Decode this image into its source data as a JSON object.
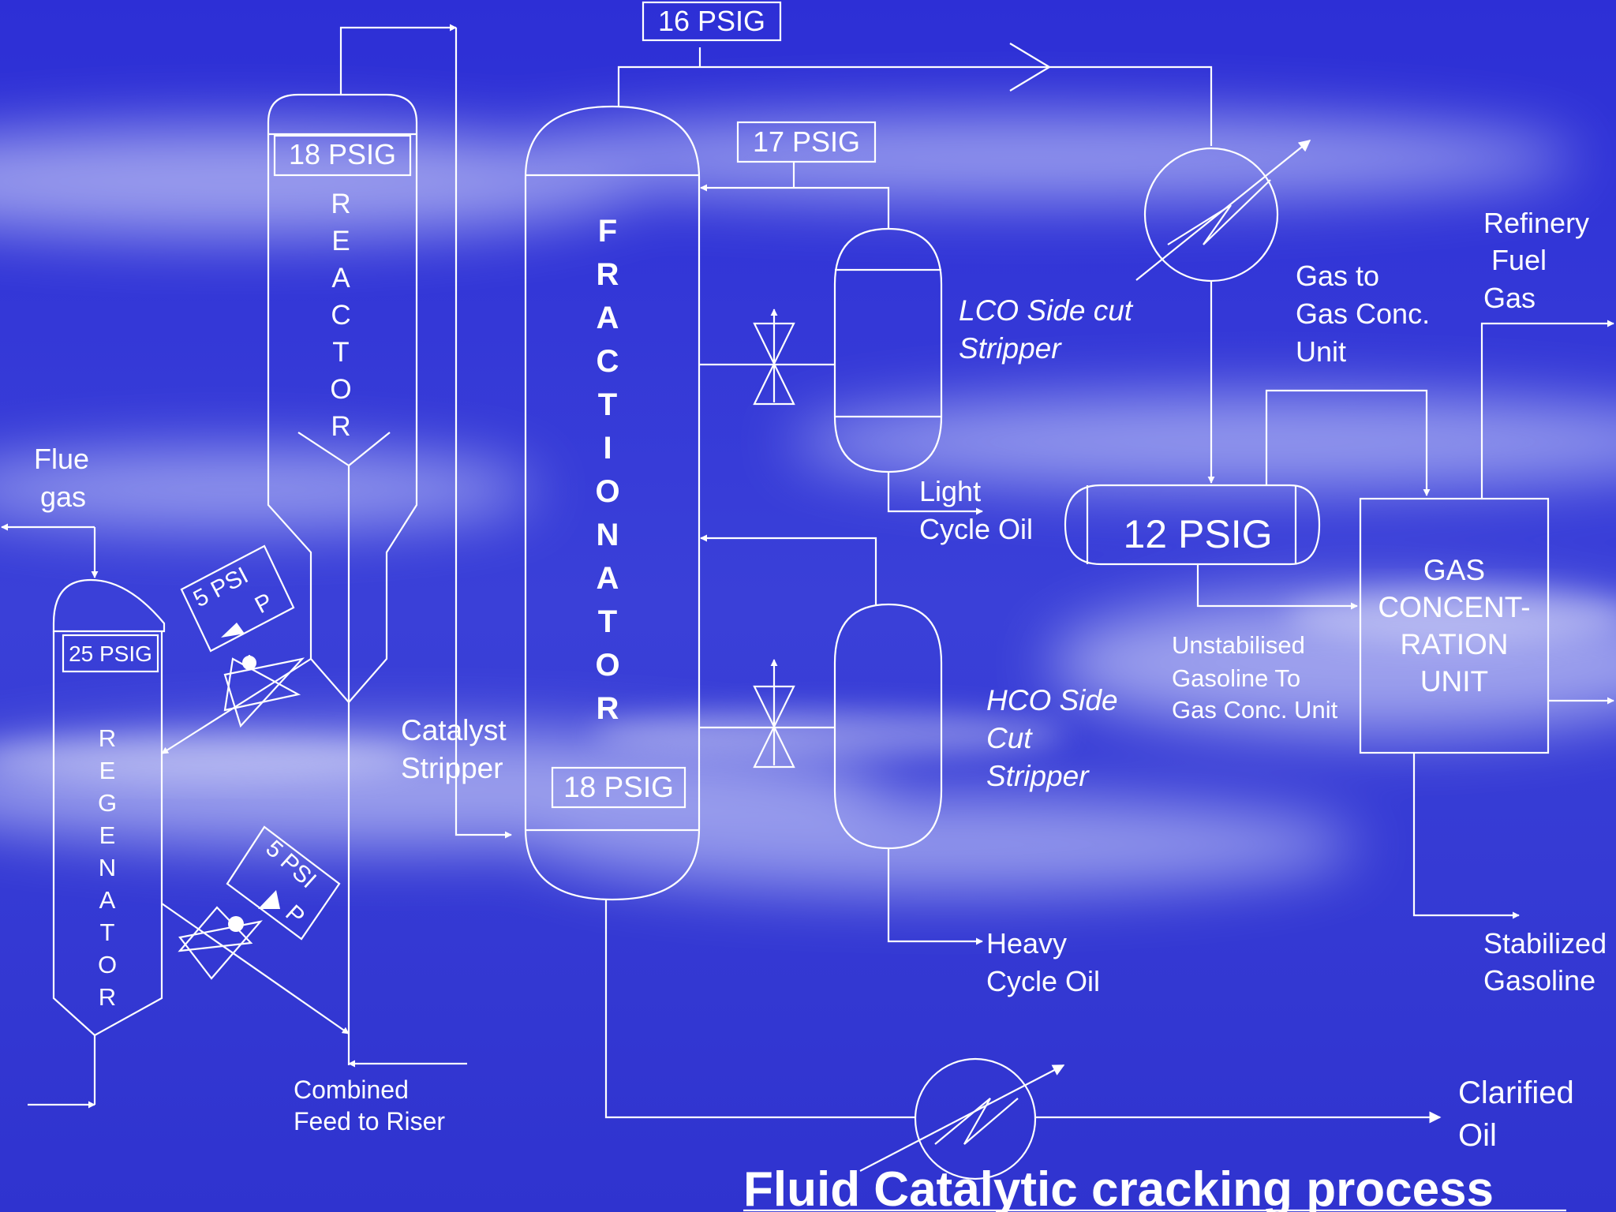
{
  "colors": {
    "background": "#2c2bd0",
    "cloud": "#e9ecff",
    "line": "#ffffff",
    "text": "#ffffff"
  },
  "title": "Fluid Catalytic cracking process",
  "pressure_tags": {
    "fractionator_top": "16 PSIG",
    "reactor": "18 PSIG",
    "lco_stripper": "17 PSIG",
    "regenerator": "25 PSIG",
    "fractionator_bottom": "18 PSIG",
    "receiver": "12 PSIG",
    "valve_upper": "5 PSI P",
    "valve_lower": "5 PSI P"
  },
  "vessels": {
    "reactor": "REACTOR",
    "regenerator": "REGENATOR",
    "fractionator": "FRACTIONATOR",
    "gas_unit": [
      "GAS",
      "CONCENT-",
      "RATION",
      "UNIT"
    ]
  },
  "labels": {
    "flue_gas": [
      "Flue",
      "gas"
    ],
    "catalyst_stripper": [
      "Catalyst",
      "Stripper"
    ],
    "combined_feed": [
      "Combined",
      "Feed to Riser"
    ],
    "lco_stripper": [
      "LCO Side cut",
      "Stripper"
    ],
    "light_cycle_oil": [
      "Light",
      "Cycle Oil"
    ],
    "hco_stripper": [
      "HCO Side",
      "Cut",
      "Stripper"
    ],
    "heavy_cycle_oil": [
      "Heavy",
      "Cycle Oil"
    ],
    "gas_to_unit": [
      "Gas to",
      "Gas Conc.",
      "Unit"
    ],
    "refinery_fuel_gas": [
      "Refinery",
      "Fuel",
      "Gas"
    ],
    "unstabilised_gasoline": [
      "Unstabilised",
      "Gasoline To",
      "Gas Conc. Unit"
    ],
    "stabilized_gasoline": [
      "Stabilized",
      "Gasoline"
    ],
    "clarified_oil": [
      "Clarified",
      "Oil"
    ]
  }
}
